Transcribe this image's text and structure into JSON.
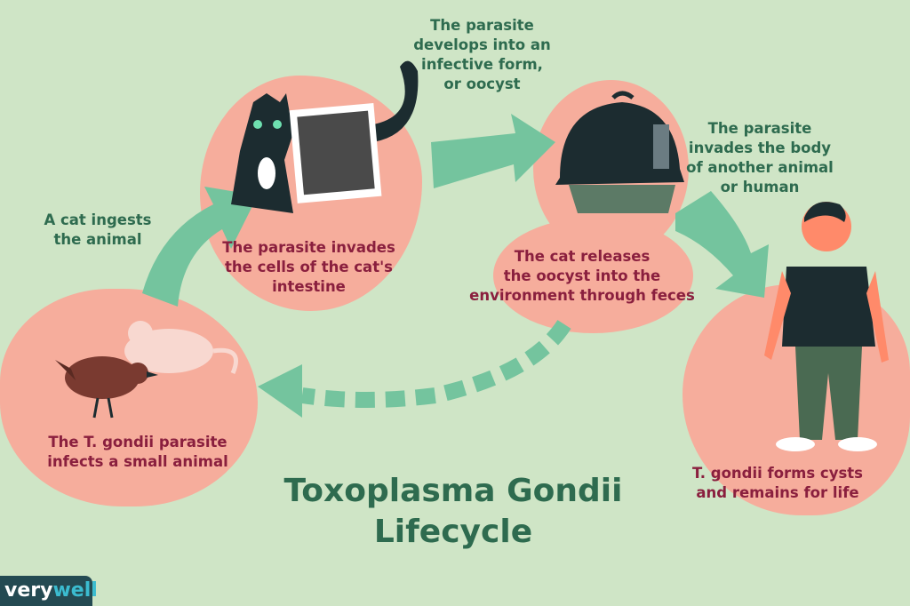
{
  "title": "Toxoplasma Gondii\nLifecycle",
  "logo": {
    "part1": "very",
    "part2": "well"
  },
  "steps": {
    "ingest": "A cat ingests\nthe animal",
    "intestine": "The parasite invades\nthe cells of the cat's\nintestine",
    "develops": "The parasite\ndevelops into an\ninfective form,\nor oocyst",
    "releases": "The cat releases\nthe oocyst into the\nenvironment through feces",
    "invades_body": "The parasite\ninvades the body\nof another animal\nor human",
    "cysts": "T. gondii forms cysts\nand remains for life",
    "infects": "The T. gondii parasite\ninfects a small animal"
  },
  "colors": {
    "background": "#cfe5c6",
    "blob": "#f6ad9c",
    "arrow": "#74c49e",
    "green_text": "#2e6b4f",
    "red_text": "#8a1f3e"
  }
}
